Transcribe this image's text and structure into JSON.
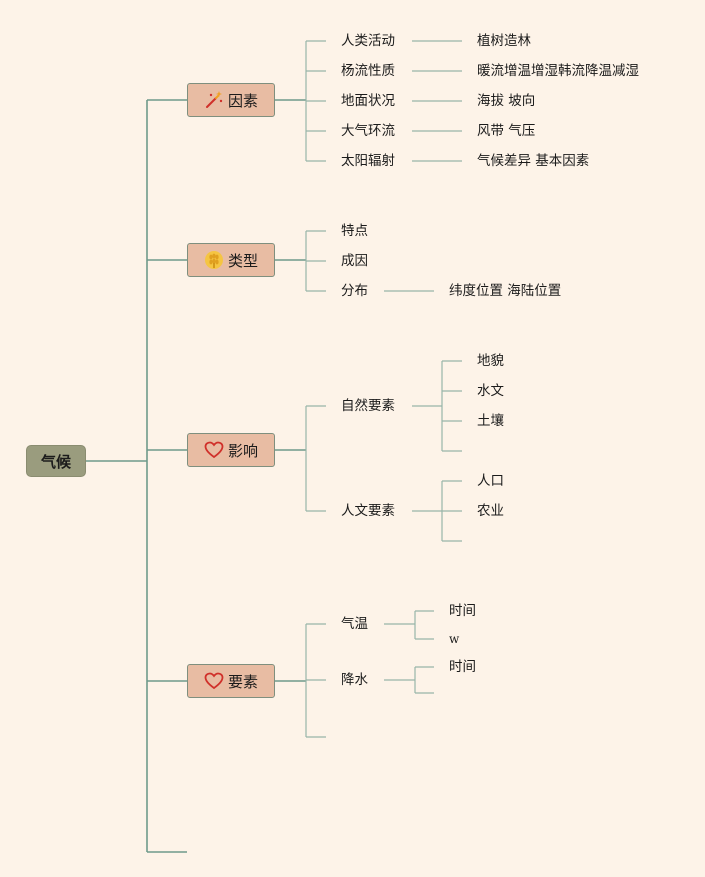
{
  "root": {
    "label": "气候"
  },
  "branches": [
    {
      "label": "因素",
      "icon": "magic-wand-icon",
      "children": [
        {
          "label": "人类活动",
          "note": "植树造林"
        },
        {
          "label": "杨流性质",
          "note": "暖流增温增湿韩流降温减湿"
        },
        {
          "label": "地面状况",
          "note": "海拔 坡向"
        },
        {
          "label": "大气环流",
          "note": "风带 气压"
        },
        {
          "label": "太阳辐射",
          "note": "气候差异 基本因素"
        }
      ]
    },
    {
      "label": "类型",
      "icon": "wheat-icon",
      "children": [
        {
          "label": "特点"
        },
        {
          "label": "成因"
        },
        {
          "label": "分布",
          "note": "纬度位置 海陆位置"
        }
      ]
    },
    {
      "label": "影响",
      "icon": "heart-icon",
      "children": [
        {
          "label": "自然要素",
          "items": [
            "地貌",
            "水文",
            "土壤"
          ]
        },
        {
          "label": "人文要素",
          "items": [
            "人口",
            "农业"
          ]
        }
      ]
    },
    {
      "label": "要素",
      "icon": "heart-icon",
      "children": [
        {
          "label": "气温",
          "items": [
            "时间",
            "w"
          ]
        },
        {
          "label": "降水",
          "items": [
            "时间"
          ]
        }
      ]
    }
  ]
}
